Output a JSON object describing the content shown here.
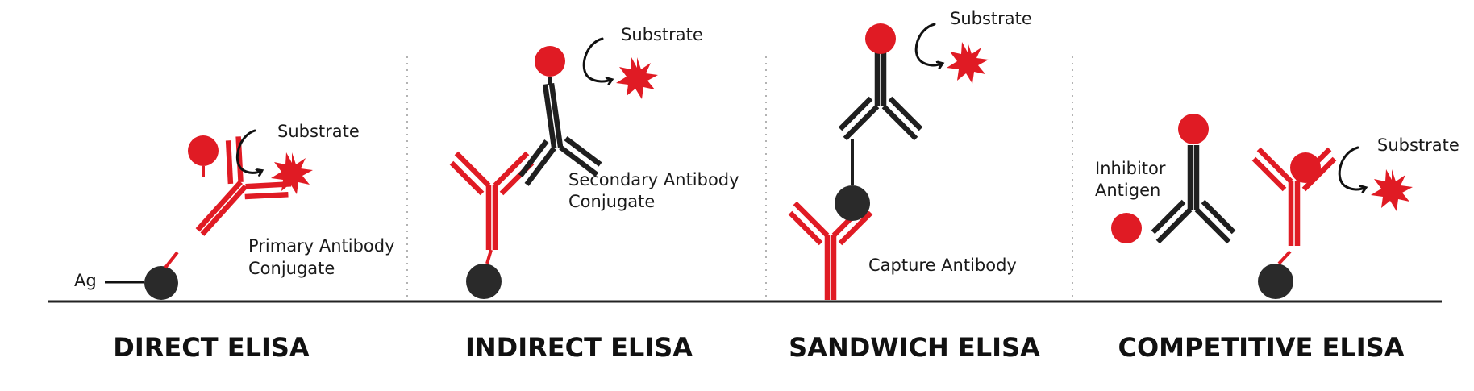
{
  "colors": {
    "conjugate_red": "#e01b24",
    "antigen_dark": "#2a2a2a",
    "ink": "#111111"
  },
  "panels": {
    "direct": {
      "title": "DIRECT ELISA",
      "antigen_label": "Ag",
      "substrate": "Substrate",
      "antibody_label": [
        "Primary Antibody",
        "Conjugate"
      ]
    },
    "indirect": {
      "title": "INDIRECT ELISA",
      "substrate": "Substrate",
      "antibody_label": [
        "Secondary Antibody",
        "Conjugate"
      ]
    },
    "sandwich": {
      "title": "SANDWICH ELISA",
      "substrate": "Substrate",
      "antibody_label": "Capture Antibody"
    },
    "competitive": {
      "title": "COMPETITIVE ELISA",
      "substrate": "Substrate",
      "inhibitor_label": [
        "Inhibitor",
        "Antigen"
      ]
    }
  }
}
